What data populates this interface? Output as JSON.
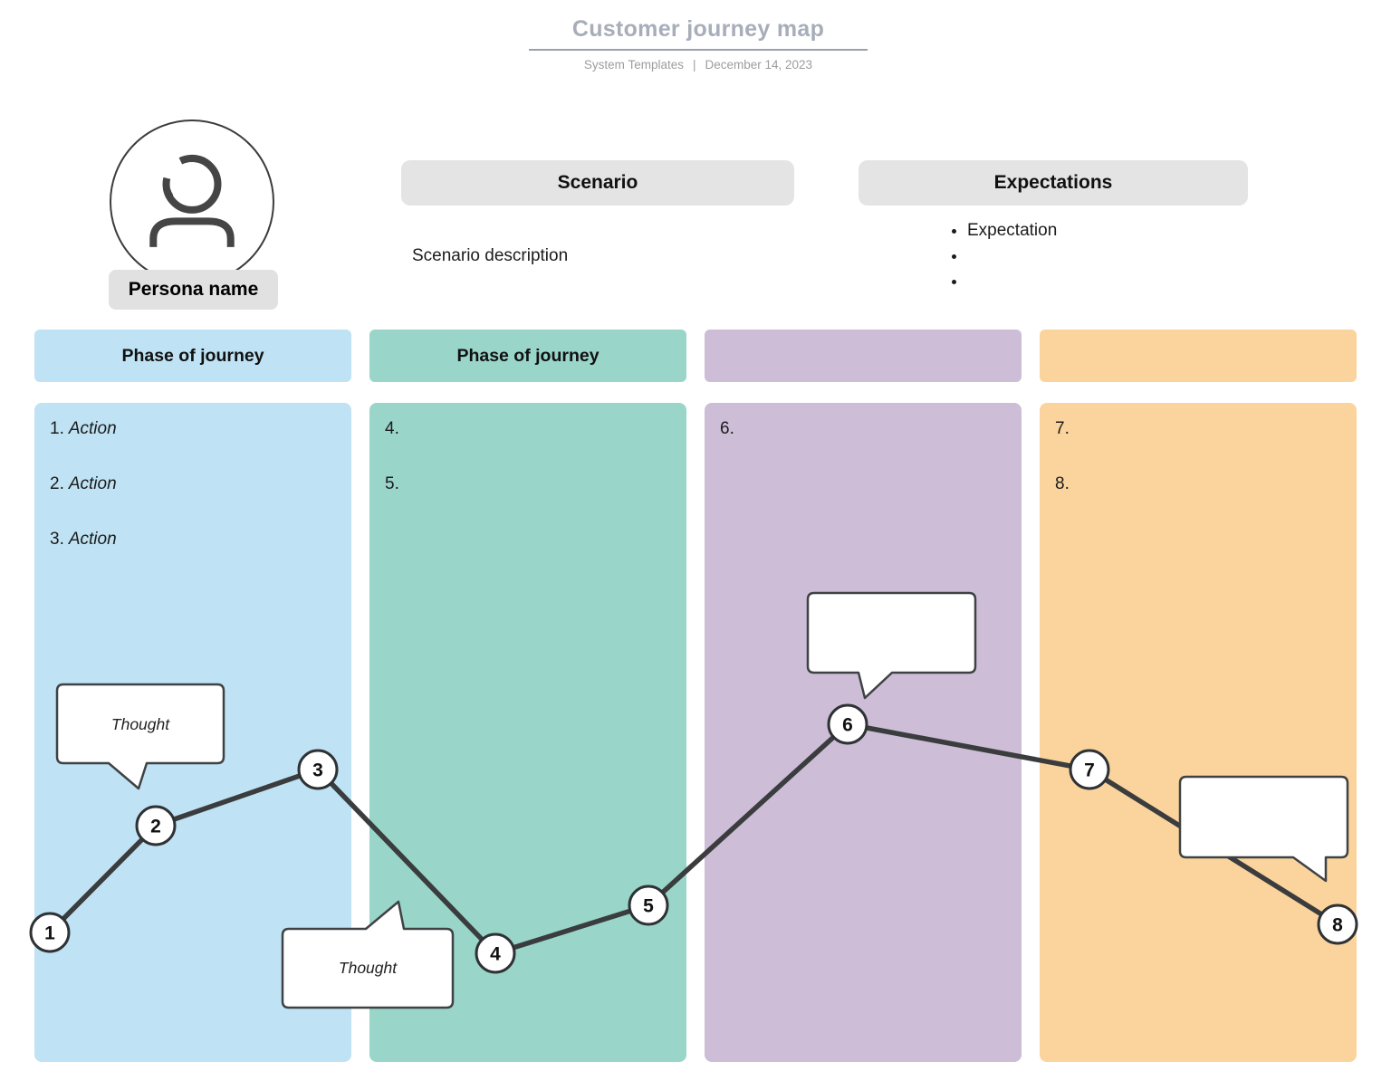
{
  "header": {
    "title": "Customer journey map",
    "source": "System Templates",
    "separator": "|",
    "date": "December 14, 2023"
  },
  "persona": {
    "name": "Persona name"
  },
  "scenario": {
    "title": "Scenario",
    "description": "Scenario description"
  },
  "expectations": {
    "title": "Expectations",
    "items": [
      "Expectation",
      "",
      ""
    ]
  },
  "columns": [
    {
      "title": "Phase of journey",
      "color": "#bfe3f4",
      "items": [
        {
          "num": "1.",
          "label": "Action"
        },
        {
          "num": "2.",
          "label": "Action"
        },
        {
          "num": "3.",
          "label": "Action"
        }
      ]
    },
    {
      "title": "Phase of journey",
      "color": "#99d5c9",
      "items": [
        {
          "num": "4.",
          "label": ""
        },
        {
          "num": "5.",
          "label": ""
        }
      ]
    },
    {
      "title": "",
      "color": "#cdbdd7",
      "items": [
        {
          "num": "6.",
          "label": ""
        }
      ]
    },
    {
      "title": "",
      "color": "#fbd49d",
      "items": [
        {
          "num": "7.",
          "label": ""
        },
        {
          "num": "8.",
          "label": ""
        }
      ]
    }
  ],
  "journey": {
    "line_color": "#3a3c3e",
    "points": [
      {
        "label": "1"
      },
      {
        "label": "2"
      },
      {
        "label": "3"
      },
      {
        "label": "4"
      },
      {
        "label": "5"
      },
      {
        "label": "6"
      },
      {
        "label": "7"
      },
      {
        "label": "8"
      }
    ],
    "bubbles": [
      {
        "text": "Thought"
      },
      {
        "text": "Thought"
      },
      {
        "text": ""
      },
      {
        "text": ""
      }
    ]
  }
}
